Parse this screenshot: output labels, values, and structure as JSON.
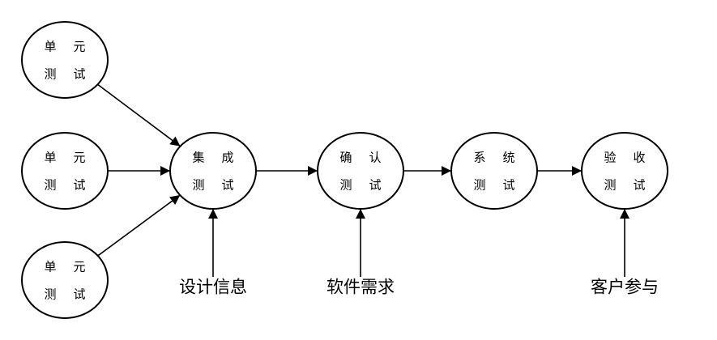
{
  "nodes": [
    {
      "id": "unit1",
      "line1": [
        "单",
        "元"
      ],
      "line2": [
        "测",
        "试"
      ]
    },
    {
      "id": "unit2",
      "line1": [
        "单",
        "元"
      ],
      "line2": [
        "测",
        "试"
      ]
    },
    {
      "id": "unit3",
      "line1": [
        "单",
        "元"
      ],
      "line2": [
        "测",
        "试"
      ]
    },
    {
      "id": "integ",
      "line1": [
        "集",
        "成"
      ],
      "line2": [
        "测",
        "试"
      ]
    },
    {
      "id": "confirm",
      "line1": [
        "确",
        "认"
      ],
      "line2": [
        "测",
        "试"
      ]
    },
    {
      "id": "system",
      "line1": [
        "系",
        "统"
      ],
      "line2": [
        "测",
        "试"
      ]
    },
    {
      "id": "accept",
      "line1": [
        "验",
        "收"
      ],
      "line2": [
        "测",
        "试"
      ]
    }
  ],
  "inputs": [
    {
      "target": "integ",
      "label": "设计信息"
    },
    {
      "target": "confirm",
      "label": "软件需求"
    },
    {
      "target": "accept",
      "label": "客户参与"
    }
  ],
  "edges": [
    {
      "from": "unit1",
      "to": "integ"
    },
    {
      "from": "unit2",
      "to": "integ"
    },
    {
      "from": "unit3",
      "to": "integ"
    },
    {
      "from": "integ",
      "to": "confirm"
    },
    {
      "from": "confirm",
      "to": "system"
    },
    {
      "from": "system",
      "to": "accept"
    }
  ]
}
